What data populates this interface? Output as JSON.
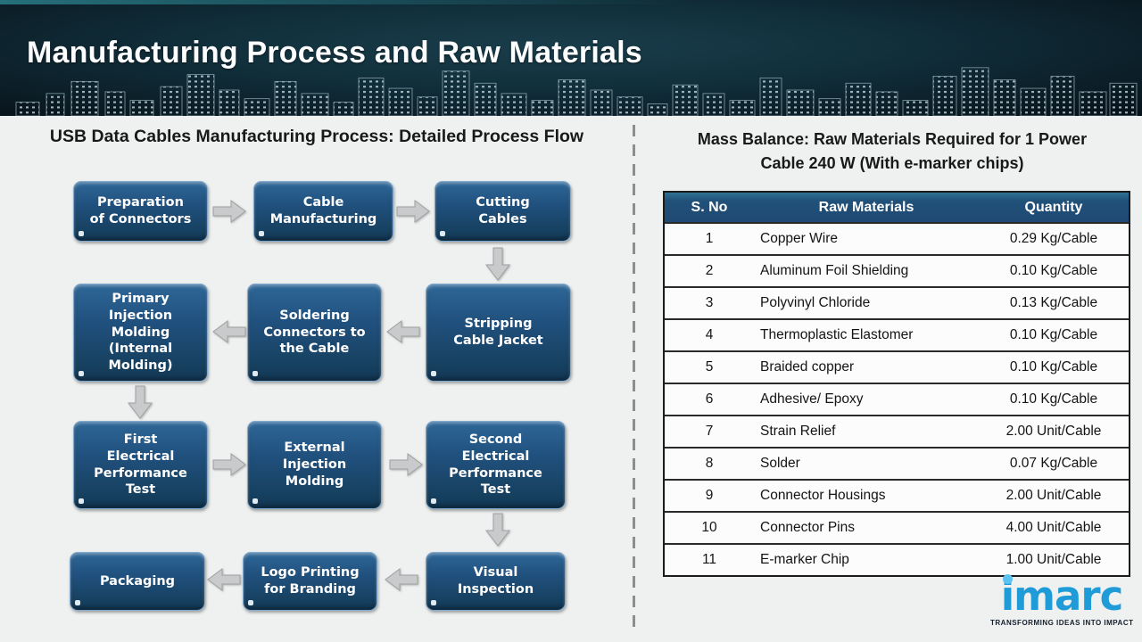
{
  "header": {
    "title": "Manufacturing Process and Raw Materials"
  },
  "left_panel": {
    "title": "USB Data Cables Manufacturing Process: Detailed Process Flow",
    "steps": [
      "Preparation\nof Connectors",
      "Cable\nManufacturing",
      "Cutting\nCables",
      "Stripping\nCable Jacket",
      "Soldering\nConnectors to\nthe Cable",
      "Primary\nInjection\nMolding\n(Internal\nMolding)",
      "First\nElectrical\nPerformance\nTest",
      "External\nInjection\nMolding",
      "Second\nElectrical\nPerformance\nTest",
      "Visual\nInspection",
      "Logo Printing\nfor Branding",
      "Packaging"
    ]
  },
  "right_panel": {
    "title_line1": "Mass Balance: Raw Materials Required for 1 Power",
    "title_line2": "Cable 240 W (With e-marker chips)",
    "table": {
      "columns": [
        "S. No",
        "Raw Materials",
        "Quantity"
      ],
      "rows": [
        [
          "1",
          "Copper Wire",
          "0.29 Kg/Cable"
        ],
        [
          "2",
          "Aluminum Foil Shielding",
          "0.10 Kg/Cable"
        ],
        [
          "3",
          "Polyvinyl Chloride",
          "0.13 Kg/Cable"
        ],
        [
          "4",
          "Thermoplastic Elastomer",
          "0.10 Kg/Cable"
        ],
        [
          "5",
          "Braided copper",
          "0.10 Kg/Cable"
        ],
        [
          "6",
          "Adhesive/ Epoxy",
          "0.10 Kg/Cable"
        ],
        [
          "7",
          "Strain Relief",
          "2.00 Unit/Cable"
        ],
        [
          "8",
          "Solder",
          "0.07 Kg/Cable"
        ],
        [
          "9",
          "Connector Housings",
          "2.00 Unit/Cable"
        ],
        [
          "10",
          "Connector Pins",
          "4.00 Unit/Cable"
        ],
        [
          "11",
          "E-marker Chip",
          "1.00 Unit/Cable"
        ]
      ]
    }
  },
  "footer": {
    "logo_text": "imarc",
    "logo_tagline": "TRANSFORMING IDEAS INTO IMPACT"
  },
  "colors": {
    "banner_dark": "#0C1E27",
    "banner_teal": "#1A3D4B",
    "flow_box_blue": "#1F4E79",
    "table_header_blue": "#1F4E79",
    "arrow_gray": "#C9CACB",
    "logo_blue": "#1F9CD8",
    "logo_dot_blue": "#5CC2EF"
  }
}
